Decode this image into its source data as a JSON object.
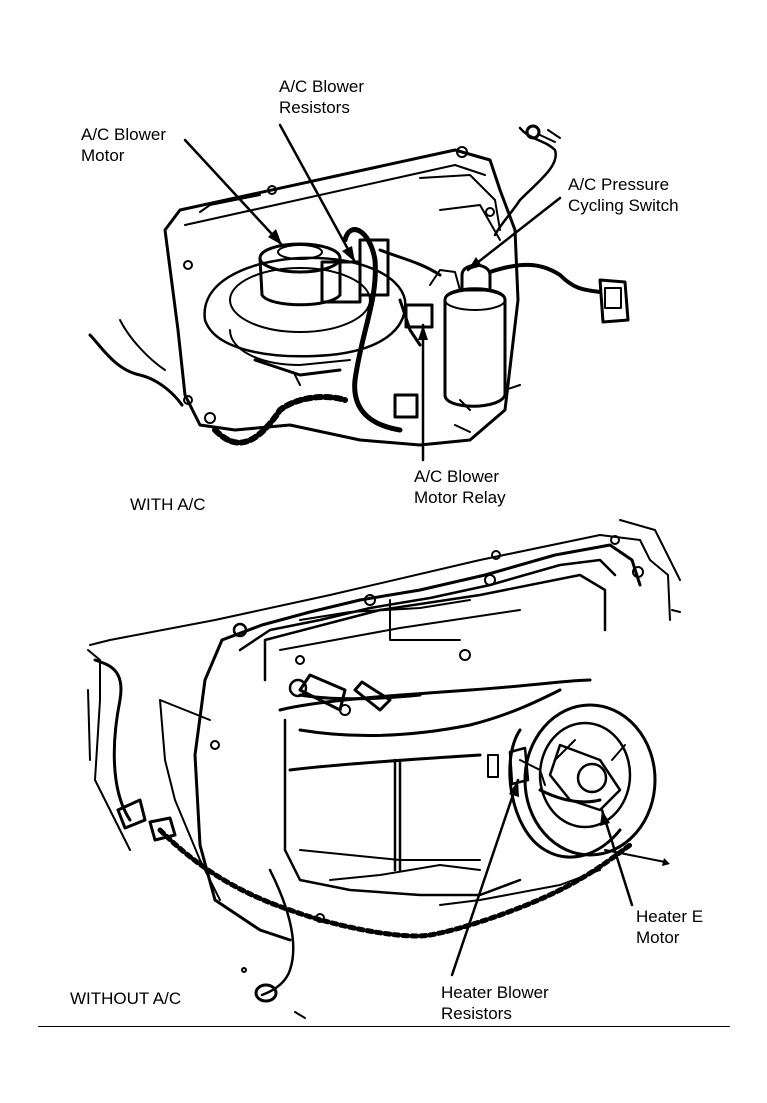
{
  "top": {
    "caption": "WITH A/C",
    "labels": {
      "blower_motor": "A/C Blower\nMotor",
      "blower_resistors": "A/C Blower\nResistors",
      "pressure_switch": "A/C Pressure\nCycling Switch",
      "motor_relay": "A/C Blower\nMotor Relay"
    }
  },
  "bottom": {
    "caption": "WITHOUT A/C",
    "labels": {
      "heater_motor": "Heater E\nMotor",
      "heater_resistors": "Heater Blower\nResistors"
    }
  }
}
